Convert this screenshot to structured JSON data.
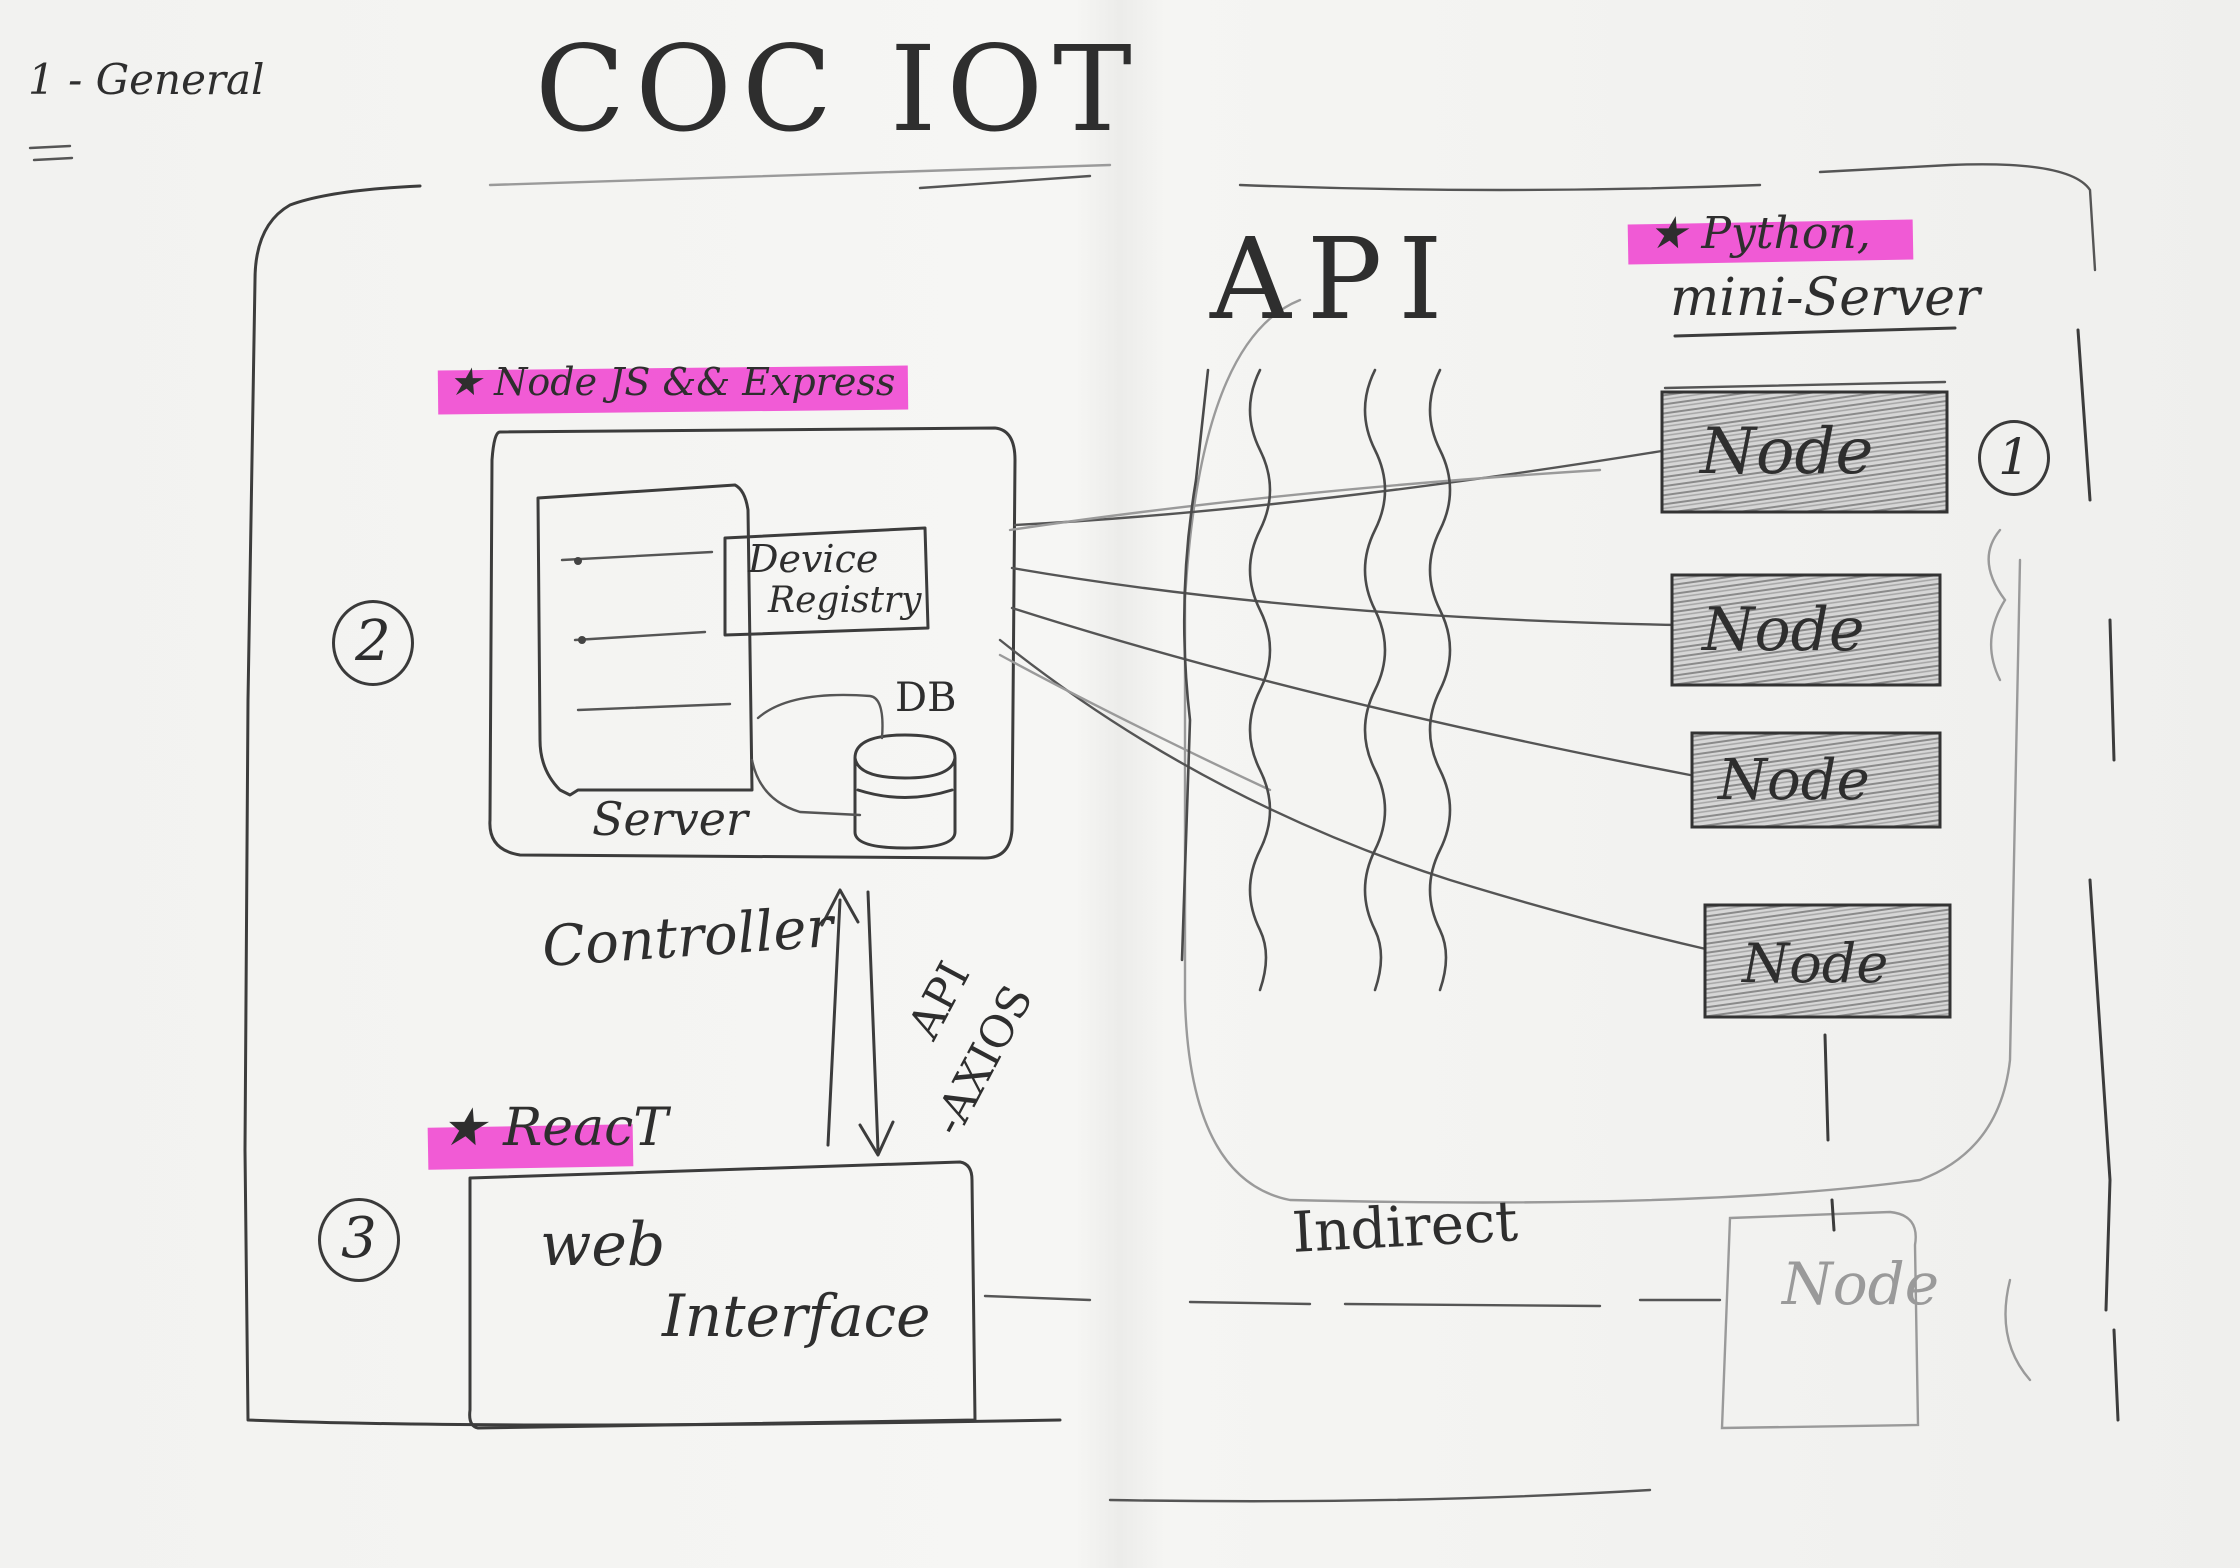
{
  "header": {
    "section": "1 - General",
    "title": "COC IOT"
  },
  "labels": {
    "api_top": "API",
    "node_express": "★ Node JS && Express",
    "python_server_line1": "★ Python,",
    "python_server_line2": "mini-Server",
    "device_registry_line1": "Device",
    "device_registry_line2": "Registry",
    "db": "DB",
    "server": "Server",
    "controller": "Controller",
    "api_axios_line1": "API",
    "api_axios_line2": "-AXIOS",
    "react": "★ ReacT",
    "web_line1": "web",
    "web_line2": "Interface",
    "indirect": "Indirect"
  },
  "nodes": [
    "Node",
    "Node",
    "Node",
    "Node",
    "Node"
  ],
  "circles": {
    "one": "1",
    "two": "2",
    "three": "3"
  },
  "colors": {
    "highlighter": "#f03fd0",
    "ink": "#3c3c3c",
    "paper": "#f4f4f2"
  }
}
